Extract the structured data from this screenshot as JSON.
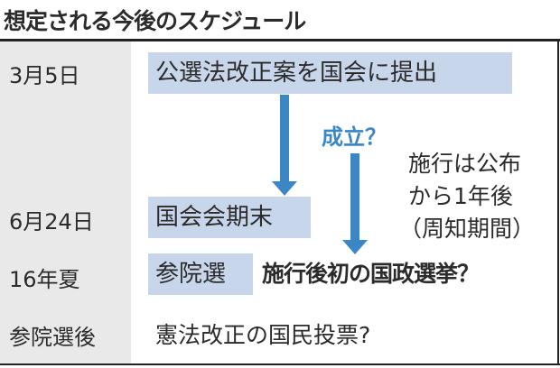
{
  "title": "想定される今後のスケジュール",
  "rows": [
    {
      "date": "3月5日",
      "event": "公選法改正案を国会に提出"
    },
    {
      "date": "6月24日",
      "event": "国会会期末"
    },
    {
      "date": "16年夏",
      "event": "参院選",
      "note": "施行後初の国政選挙？"
    },
    {
      "date": "参院選後",
      "event": "憲法改正の国民投票?"
    }
  ],
  "passage_label": "成立？",
  "enforcement_note": [
    "施行は公布",
    "から1年後",
    "（周知期間）"
  ],
  "colors": {
    "accent": "#3b87c6",
    "box": "#c7d6ea",
    "sidebar": "#e9e9ea"
  }
}
